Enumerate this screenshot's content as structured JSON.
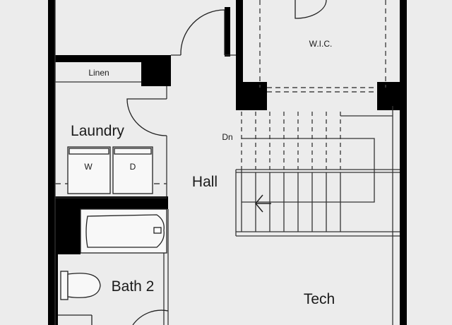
{
  "rooms": {
    "wic": "W.I.C.",
    "linen": "Linen",
    "laundry": "Laundry",
    "washer": "W",
    "dryer": "D",
    "hall": "Hall",
    "stair_direction": "Dn",
    "bath": "Bath 2",
    "tech": "Tech"
  },
  "colors": {
    "background": "#ececec",
    "wall": "#000000",
    "line": "#333333",
    "text": "#1a1a1a"
  }
}
